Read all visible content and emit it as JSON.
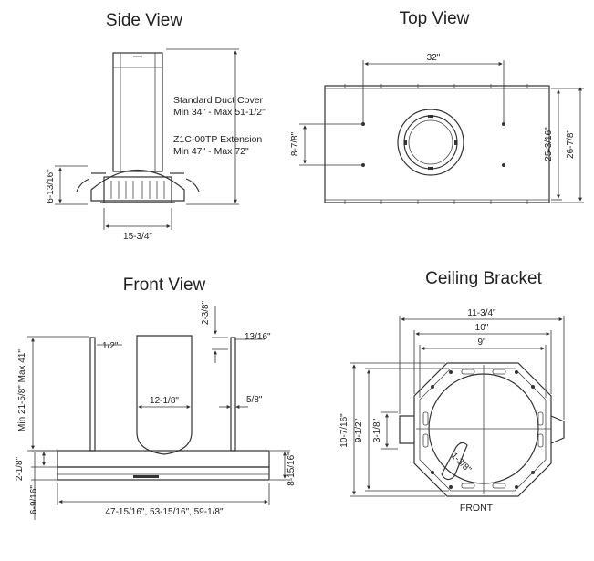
{
  "side_view": {
    "title": "Side View",
    "note_line1": "Standard Duct Cover",
    "note_line2": "Min 34\" - Max 51-1/2\"",
    "note_line3": "Z1C-00TP Extension",
    "note_line4": "Min 47\" - Max 72\"",
    "dim_height": "6-13/16\"",
    "dim_width": "15-3/4\""
  },
  "top_view": {
    "title": "Top View",
    "dim_width": "32\"",
    "dim_spacing": "8-7/8\"",
    "dim_inner_depth": "25-3/16\"",
    "dim_outer_depth": "26-7/8\""
  },
  "front_view": {
    "title": "Front View",
    "dim_rod_height": "Min 21-5/8\" Max 41\"",
    "dim_rod_offset": "1/2\"",
    "dim_top_bracket": "2-3/8\"",
    "dim_bracket_width": "13/16\"",
    "dim_chimney_width": "12-1/8\"",
    "dim_rod_gap": "5/8\"",
    "dim_hood_height": "2-1/8\"",
    "dim_total_height": "6-9/16\"",
    "dim_right_height": "8-15/16\"",
    "dim_widths": "47-15/16\", 53-15/16\", 59-1/8\""
  },
  "ceiling_bracket": {
    "title": "Ceiling Bracket",
    "dim_outer": "11-3/4\"",
    "dim_mid": "10\"",
    "dim_inner": "9\"",
    "dim_height_outer": "10-7/16\"",
    "dim_height_mid": "9-1/2\"",
    "dim_slot": "3-1/8\"",
    "dim_diag": "1-3/8\"",
    "front_label": "FRONT"
  }
}
